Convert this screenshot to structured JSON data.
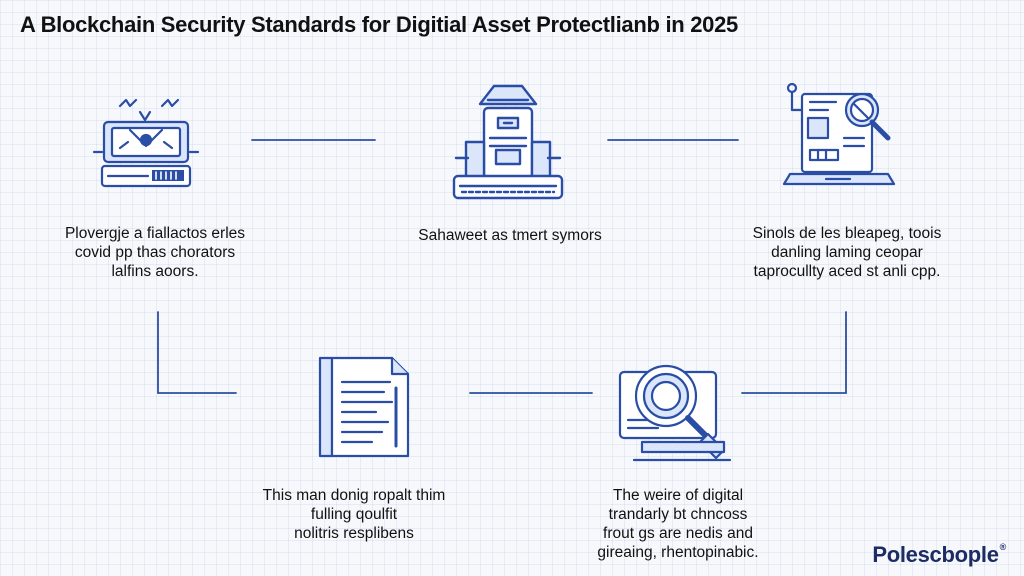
{
  "title": "A Blockchain Security Standards for Digitial Asset Protectlianb in 2025",
  "brand": {
    "name": "Polescbople",
    "mark": "®"
  },
  "steps": [
    {
      "icon": "server-alert-icon",
      "lines": [
        "Plovergje a fiallactos erles",
        "covid pp thas chorators",
        "lalfins aoors."
      ]
    },
    {
      "icon": "security-vault-icon",
      "lines": [
        "Sahaweet as tmert symors"
      ]
    },
    {
      "icon": "laptop-magnifier-icon",
      "lines": [
        "Sinols de les bleapeg, toois",
        "danling laming ceopar",
        "taprocullty aced st anli cpp."
      ]
    },
    {
      "icon": "document-icon",
      "lines": [
        "This man donig ropalt thim",
        "fulling qoulfit",
        "nolitris resplibens"
      ]
    },
    {
      "icon": "monitor-magnifier-icon",
      "lines": [
        "The weire of digital",
        "trandarly bt chncoss",
        "frout gs are nedis and",
        "gireaing, rhentopinabic."
      ]
    }
  ],
  "colors": {
    "line": "#2c4fa3",
    "stroke": "#2a4ea6",
    "fill": "#dbe6fb",
    "text": "#111111",
    "brand": "#1d2d63"
  }
}
